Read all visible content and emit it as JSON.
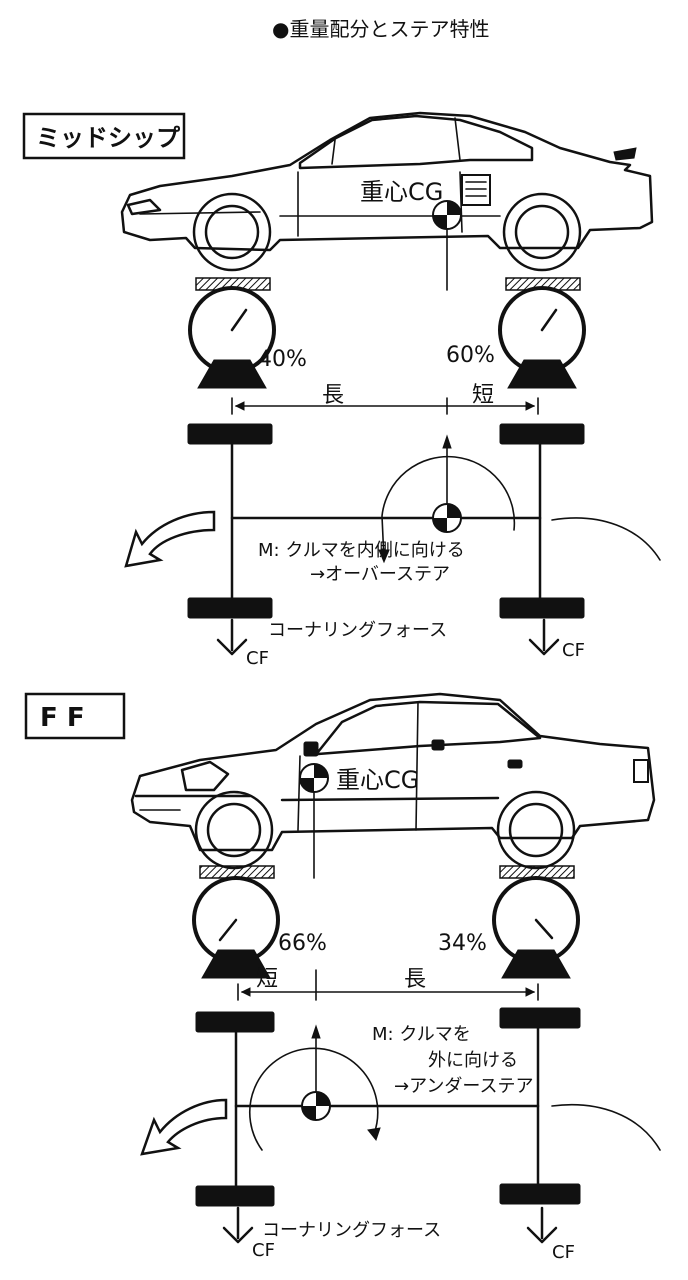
{
  "title": "●重量配分とステア特性",
  "midship": {
    "label": "ミッドシップ",
    "cg_label": "重心CG",
    "front_weight": "40%",
    "rear_weight": "60%",
    "front_span": "長",
    "rear_span": "短",
    "moment_line1": "M: クルマを内側に向ける",
    "moment_line2": "→オーバーステア",
    "cornering_force": "コーナリングフォース",
    "cf_left": "CF",
    "cf_right": "CF"
  },
  "ff": {
    "label": "F F",
    "cg_label": "重心CG",
    "front_weight": "66%",
    "rear_weight": "34%",
    "front_span": "短",
    "rear_span": "長",
    "moment_line1": "M: クルマを",
    "moment_line2": "外に向ける",
    "moment_line3": "→アンダーステア",
    "cornering_force": "コーナリングフォース",
    "cf_left": "CF",
    "cf_right": "CF"
  }
}
